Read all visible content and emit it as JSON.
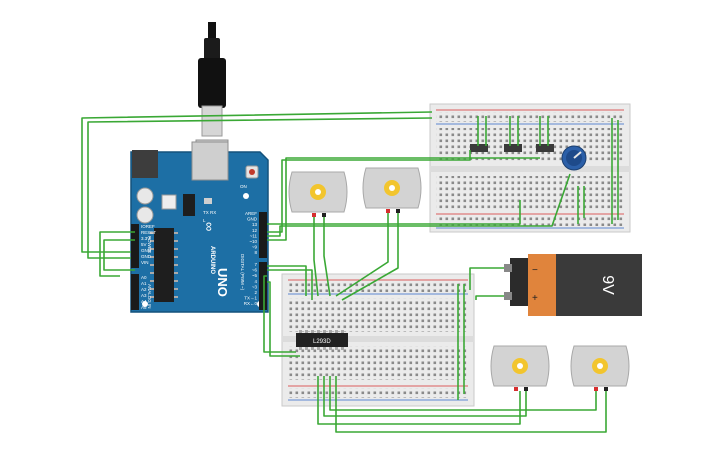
{
  "circuit": {
    "arduino": {
      "brand": "ARDUINO",
      "model": "UNO",
      "logo_text": "∞",
      "left_header_labels": [
        "IOREF",
        "RESET",
        "3.3V",
        "5V",
        "GND",
        "GND",
        "VIN"
      ],
      "power_label": "POWER",
      "analog_pins": [
        "A0",
        "A1",
        "A2",
        "A3",
        "A4",
        "A5"
      ],
      "analog_label": "ANALOG IN",
      "right_header_labels": [
        "AREF",
        "GND",
        "13",
        "12",
        "~11",
        "~10",
        "~9",
        "8",
        "7",
        "~6",
        "~5",
        "4",
        "~3",
        "2",
        "TX→1",
        "RX←0"
      ],
      "digital_label": "DIGITAL (PWM ~)",
      "tx_label": "TX",
      "rx_label": "RX",
      "on_label": "ON",
      "l_label": "L"
    },
    "driver_chip": {
      "label": "L293D"
    },
    "battery": {
      "label": "9V",
      "minus_symbol": "−",
      "plus_symbol": "+"
    },
    "colors": {
      "wire": "#3aa835",
      "board_blue": "#1d6fa5",
      "battery_orange": "#e0843c",
      "battery_black": "#3a3a3a",
      "breadboard": "#ebebeb",
      "rail_red": "#d62f2f",
      "rail_blue": "#2f66c9",
      "motor_body": "#d3d3d3",
      "motor_hub": "#f2c52e"
    }
  }
}
